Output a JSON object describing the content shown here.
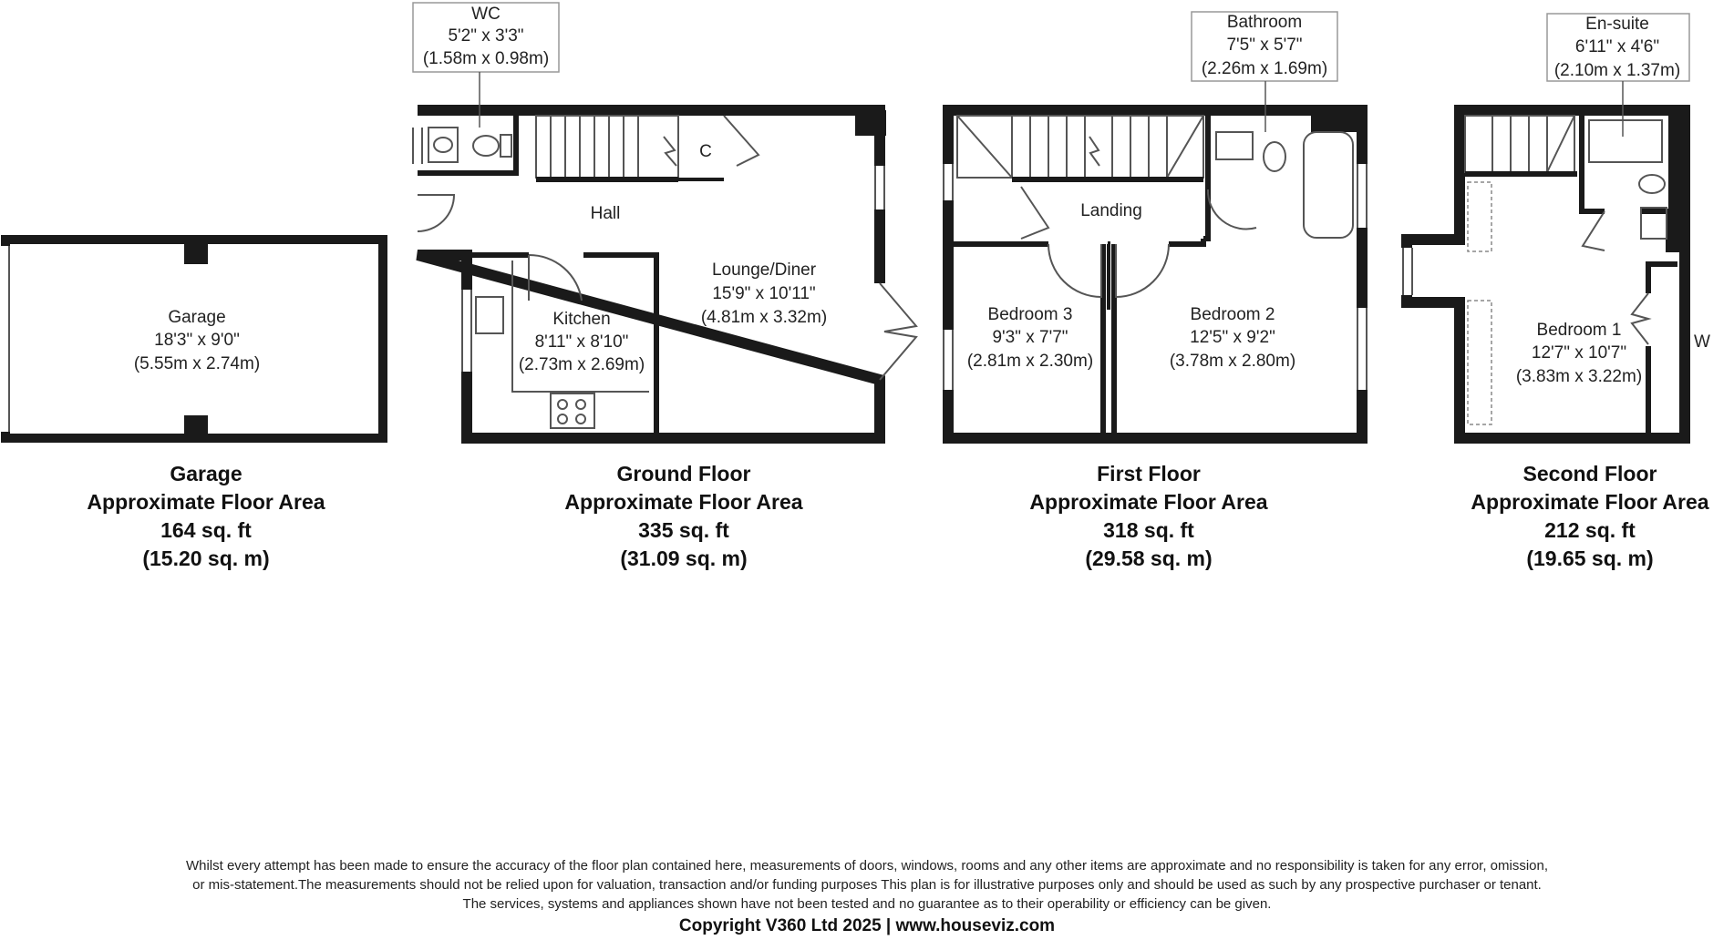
{
  "callouts": {
    "wc": {
      "name": "WC",
      "imperial": "5'2\" x 3'3\"",
      "metric": "(1.58m x 0.98m)"
    },
    "bathroom": {
      "name": "Bathroom",
      "imperial": "7'5\" x 5'7\"",
      "metric": "(2.26m x 1.69m)"
    },
    "ensuite": {
      "name": "En-suite",
      "imperial": "6'11\" x 4'6\"",
      "metric": "(2.10m x 1.37m)"
    }
  },
  "rooms": {
    "garage": {
      "name": "Garage",
      "imperial": "18'3\" x 9'0\"",
      "metric": "(5.55m x 2.74m)"
    },
    "hall": {
      "name": "Hall"
    },
    "cupboard": {
      "name": "C"
    },
    "kitchen": {
      "name": "Kitchen",
      "imperial": "8'11\" x 8'10\"",
      "metric": "(2.73m x 2.69m)"
    },
    "lounge": {
      "name": "Lounge/Diner",
      "imperial": "15'9\" x 10'11\"",
      "metric": "(4.81m x 3.32m)"
    },
    "landing": {
      "name": "Landing"
    },
    "bedroom3": {
      "name": "Bedroom 3",
      "imperial": "9'3\" x 7'7\"",
      "metric": "(2.81m x 2.30m)"
    },
    "bedroom2": {
      "name": "Bedroom 2",
      "imperial": "12'5\" x 9'2\"",
      "metric": "(3.78m x 2.80m)"
    },
    "bedroom1": {
      "name": "Bedroom 1",
      "imperial": "12'7\" x 10'7\"",
      "metric": "(3.83m x 3.22m)"
    },
    "wardrobe": {
      "name": "W"
    }
  },
  "floors": {
    "garage": {
      "title": "Garage",
      "subtitle": "Approximate Floor Area",
      "sqft": "164 sq. ft",
      "sqm": "(15.20 sq. m)"
    },
    "ground": {
      "title": "Ground Floor",
      "subtitle": "Approximate Floor Area",
      "sqft": "335 sq. ft",
      "sqm": "(31.09 sq. m)"
    },
    "first": {
      "title": "First Floor",
      "subtitle": "Approximate Floor Area",
      "sqft": "318 sq. ft",
      "sqm": "(29.58 sq. m)"
    },
    "second": {
      "title": "Second Floor",
      "subtitle": "Approximate Floor Area",
      "sqft": "212 sq. ft",
      "sqm": "(19.65 sq. m)"
    }
  },
  "footer": {
    "line1": "Whilst every attempt has been made to ensure the accuracy of the floor plan contained here, measurements of doors, windows, rooms and any other items are approximate and no responsibility is taken for any error, omission,",
    "line2": "or mis-statement.The measurements should not be relied upon for valuation, transaction and/or funding purposes This plan is for illustrative purposes only and should be used as such by any prospective purchaser or tenant.",
    "line3": "The services, systems and appliances shown have not been tested and no guarantee as to their operability or efficiency can be given.",
    "copyright": "Copyright V360 Ltd 2025 | www.houseviz.com"
  },
  "colors": {
    "wall": "#1a1a1a",
    "line": "#555555",
    "background": "#ffffff"
  }
}
